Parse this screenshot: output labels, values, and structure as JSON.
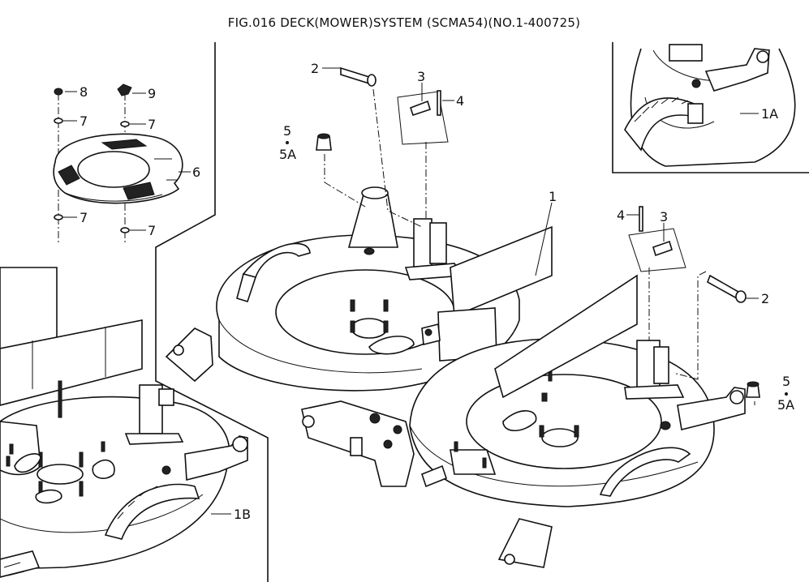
{
  "title": "FIG.016  DECK(MOWER)SYSTEM (SCMA54)(NO.1-400725)",
  "callouts": {
    "c2_top": "2",
    "c3_top": "3",
    "c4_top": "4",
    "c5_left": "5",
    "c5a_left": "5A",
    "c8": "8",
    "c9": "9",
    "c7_a": "7",
    "c7_b": "7",
    "c7_c": "7",
    "c7_d": "7",
    "c6": "6",
    "c1": "1",
    "c1a": "1A",
    "c1b": "1B",
    "c4_right": "4",
    "c3_right": "3",
    "c2_right": "2",
    "c5_right": "5",
    "c5a_right": "5A"
  }
}
